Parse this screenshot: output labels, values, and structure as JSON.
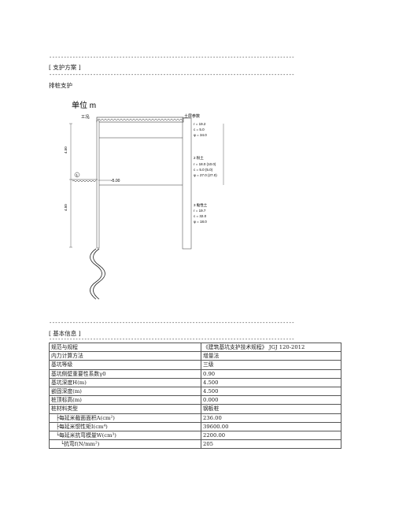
{
  "divider": "------------------------------------------------------------------------------------------------------------------------------",
  "section1": {
    "title": "[ 支护方案 ]",
    "caption": "排桩支护"
  },
  "figure": {
    "unit": "单位   m",
    "ground_label": "工况",
    "soil_title": "土层参数",
    "layer1": [
      "r = 19.2",
      "c = 5.0",
      "φ = 34.0"
    ],
    "layer2_title": "2 粉土",
    "layer2": [
      "r = 18.0 (10.0)",
      "c = 5.0 (5.0)",
      "φ = 27.0 (27.0)"
    ],
    "layer3_title": "3 黏性土",
    "layer3": [
      "r = 19.7",
      "c = 32.0",
      "φ = 18.0"
    ],
    "depth_label": "-5.00",
    "dim1": "4.50",
    "dim2": "4.50",
    "anchor_num": "1"
  },
  "section2": {
    "title": "[ 基本信息 ]"
  },
  "table": [
    {
      "key": "规范与规程",
      "value": "《建筑基坑支护技术规程》 JGJ 120-2012",
      "indent": 0
    },
    {
      "key": "内力计算方法",
      "value": "增量法",
      "indent": 0
    },
    {
      "key": "基坑等级",
      "value": "三级",
      "indent": 0
    },
    {
      "key": "基坑侧壁重要性系数γ0",
      "value": "0.90",
      "indent": 0
    },
    {
      "key": "基坑深度H(m)",
      "value": "4.500",
      "indent": 0
    },
    {
      "key": "嵌固深度(m)",
      "value": "4.500",
      "indent": 0
    },
    {
      "key": "桩顶标高(m)",
      "value": "0.000",
      "indent": 0
    },
    {
      "key": "桩材料类型",
      "value": "钢板桩",
      "indent": 0
    },
    {
      "key": "├每延米截面面积A(cm²)",
      "value": "236.00",
      "indent": 1
    },
    {
      "key": "├每延米惯性矩I(cm⁴)",
      "value": "39600.00",
      "indent": 1
    },
    {
      "key": "└每延米抗弯模量W(cm³)",
      "value": "2200.00",
      "indent": 1
    },
    {
      "key": "└抗弯f(N/mm²)",
      "value": "205",
      "indent": 2
    }
  ]
}
